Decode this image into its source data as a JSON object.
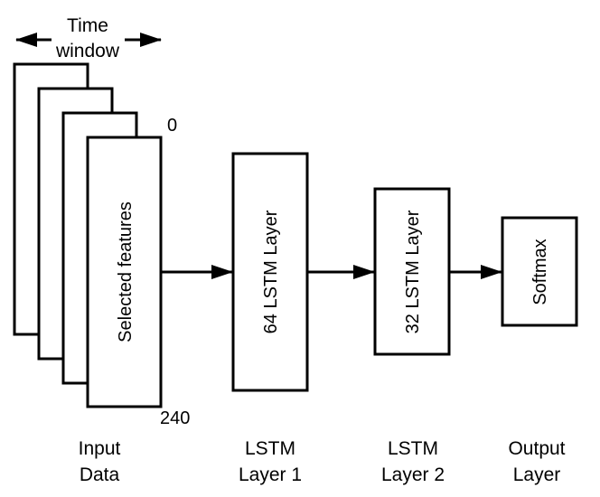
{
  "time_window": {
    "line1": "Time",
    "line2": "window"
  },
  "input": {
    "box_label": "Selected features",
    "top_index": "0",
    "bottom_index": "240",
    "caption1": "Input",
    "caption2": "Data"
  },
  "lstm1": {
    "box_label": "64 LSTM Layer",
    "caption1": "LSTM",
    "caption2": "Layer 1"
  },
  "lstm2": {
    "box_label": "32 LSTM Layer",
    "caption1": "LSTM",
    "caption2": "Layer 2"
  },
  "output": {
    "box_label": "Softmax",
    "caption1": "Output",
    "caption2": "Layer"
  }
}
